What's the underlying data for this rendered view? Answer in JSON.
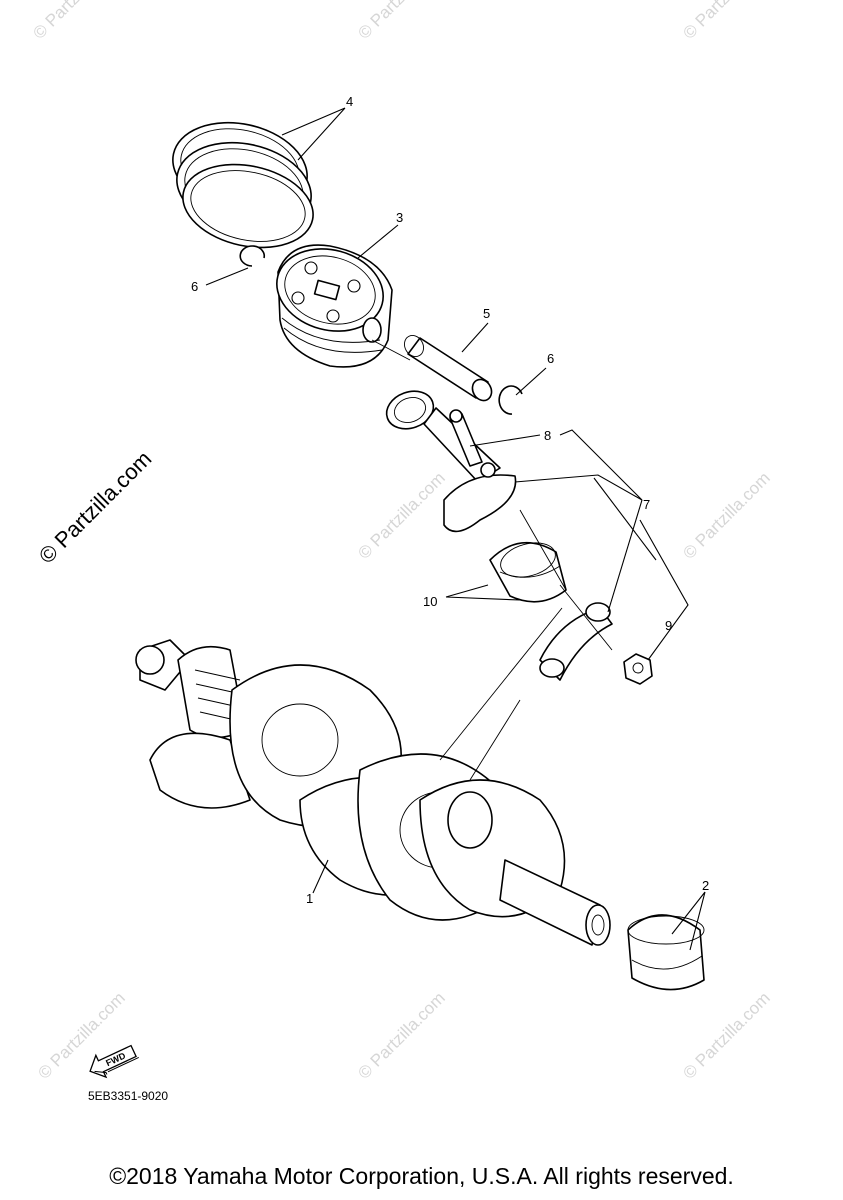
{
  "watermark": {
    "text": "© Partzilla.com",
    "small_text": "© Partzilla.com"
  },
  "callouts": {
    "c1": "1",
    "c2": "2",
    "c3": "3",
    "c4": "4",
    "c5": "5",
    "c6a": "6",
    "c6b": "6",
    "c7": "7",
    "c8": "8",
    "c9": "9",
    "c10": "10"
  },
  "fwd_label": "FWD",
  "diagram_code": "5EB3351-9020",
  "copyright": "©2018 Yamaha Motor Corporation, U.S.A. All rights reserved."
}
